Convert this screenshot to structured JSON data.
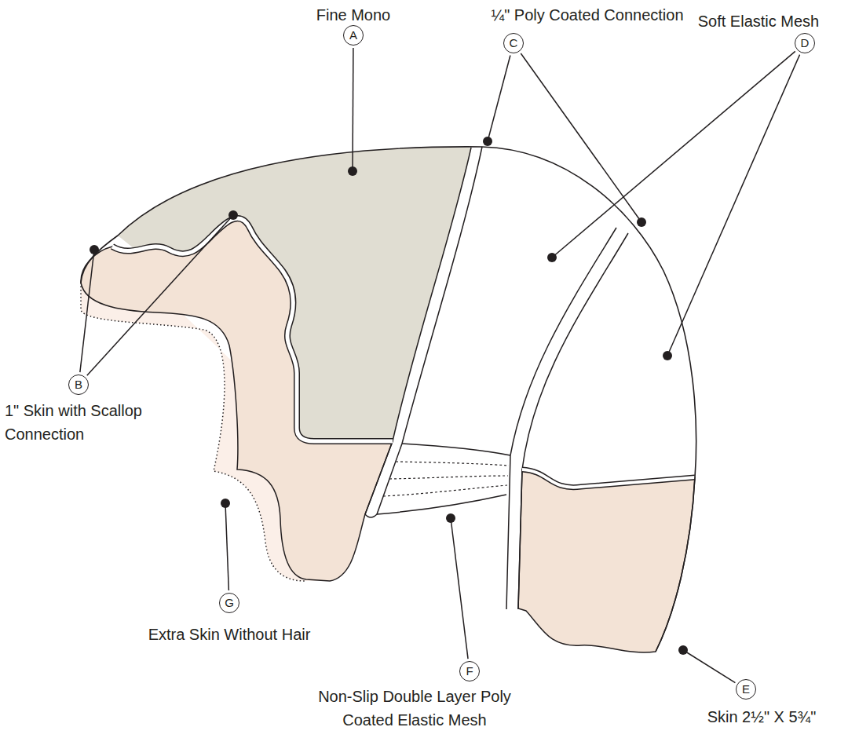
{
  "diagram": {
    "labels": [
      "Fine Mono",
      "A",
      "¼\" Poly Coated Connection",
      "C",
      "Soft Elastic Mesh",
      "D",
      "B",
      "1\" Skin with Scallop Connection",
      "G",
      "Extra Skin Without Hair",
      "F",
      "Non-Slip Double Layer Poly Coated Elastic Mesh",
      "E",
      "Skin 2½\" X 5¾\""
    ]
  }
}
